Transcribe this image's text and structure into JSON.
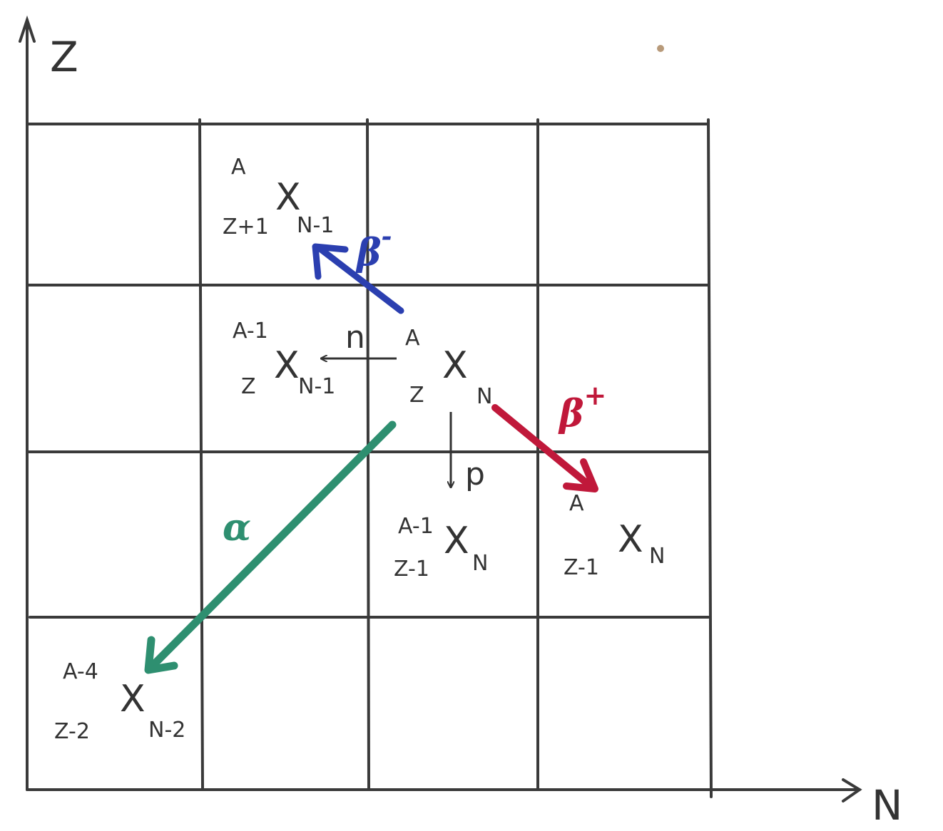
{
  "axes": {
    "z_label": "Z",
    "n_label": "N"
  },
  "colors": {
    "ink": "#333333",
    "beta_minus": "#2b3fb0",
    "beta_plus": "#c0183a",
    "alpha": "#2e8f70"
  },
  "nuclei": {
    "parent": {
      "mass": "A",
      "charge": "Z",
      "symbol": "X",
      "neutrons": "N"
    },
    "beta_minus": {
      "mass": "A",
      "charge": "Z+1",
      "symbol": "X",
      "neutrons": "N-1"
    },
    "neutron": {
      "mass": "A-1",
      "charge": "Z",
      "symbol": "X",
      "neutrons": "N-1"
    },
    "proton": {
      "mass": "A-1",
      "charge": "Z-1",
      "symbol": "X",
      "neutrons": "N"
    },
    "beta_plus": {
      "mass": "A",
      "charge": "Z-1",
      "symbol": "X",
      "neutrons": "N"
    },
    "alpha": {
      "mass": "A-4",
      "charge": "Z-2",
      "symbol": "X",
      "neutrons": "N-2"
    }
  },
  "arrows": {
    "beta_minus": {
      "label": "β",
      "sup": "-"
    },
    "beta_plus": {
      "label": "β",
      "sup": "+"
    },
    "alpha": {
      "label": "α"
    },
    "neutron": {
      "label": "n"
    },
    "proton": {
      "label": "p"
    }
  }
}
